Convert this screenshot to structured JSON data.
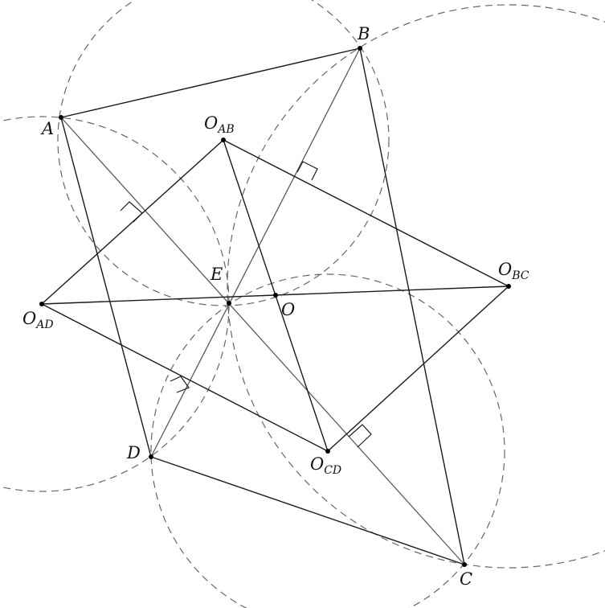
{
  "points": {
    "A": {
      "label": "A",
      "sub": ""
    },
    "B": {
      "label": "B",
      "sub": ""
    },
    "C": {
      "label": "C",
      "sub": ""
    },
    "D": {
      "label": "D",
      "sub": ""
    },
    "E": {
      "label": "E",
      "sub": ""
    },
    "O": {
      "label": "O",
      "sub": ""
    },
    "OAB": {
      "label": "O",
      "sub": "AB"
    },
    "OBC": {
      "label": "O",
      "sub": "BC"
    },
    "OCD": {
      "label": "O",
      "sub": "CD"
    },
    "OAD": {
      "label": "O",
      "sub": "AD"
    }
  },
  "colors": {
    "circle": "#666666",
    "edge": "#1a1a1a",
    "diagonal": "#5a5a5a",
    "point": "#000000",
    "background": "#ffffff"
  }
}
